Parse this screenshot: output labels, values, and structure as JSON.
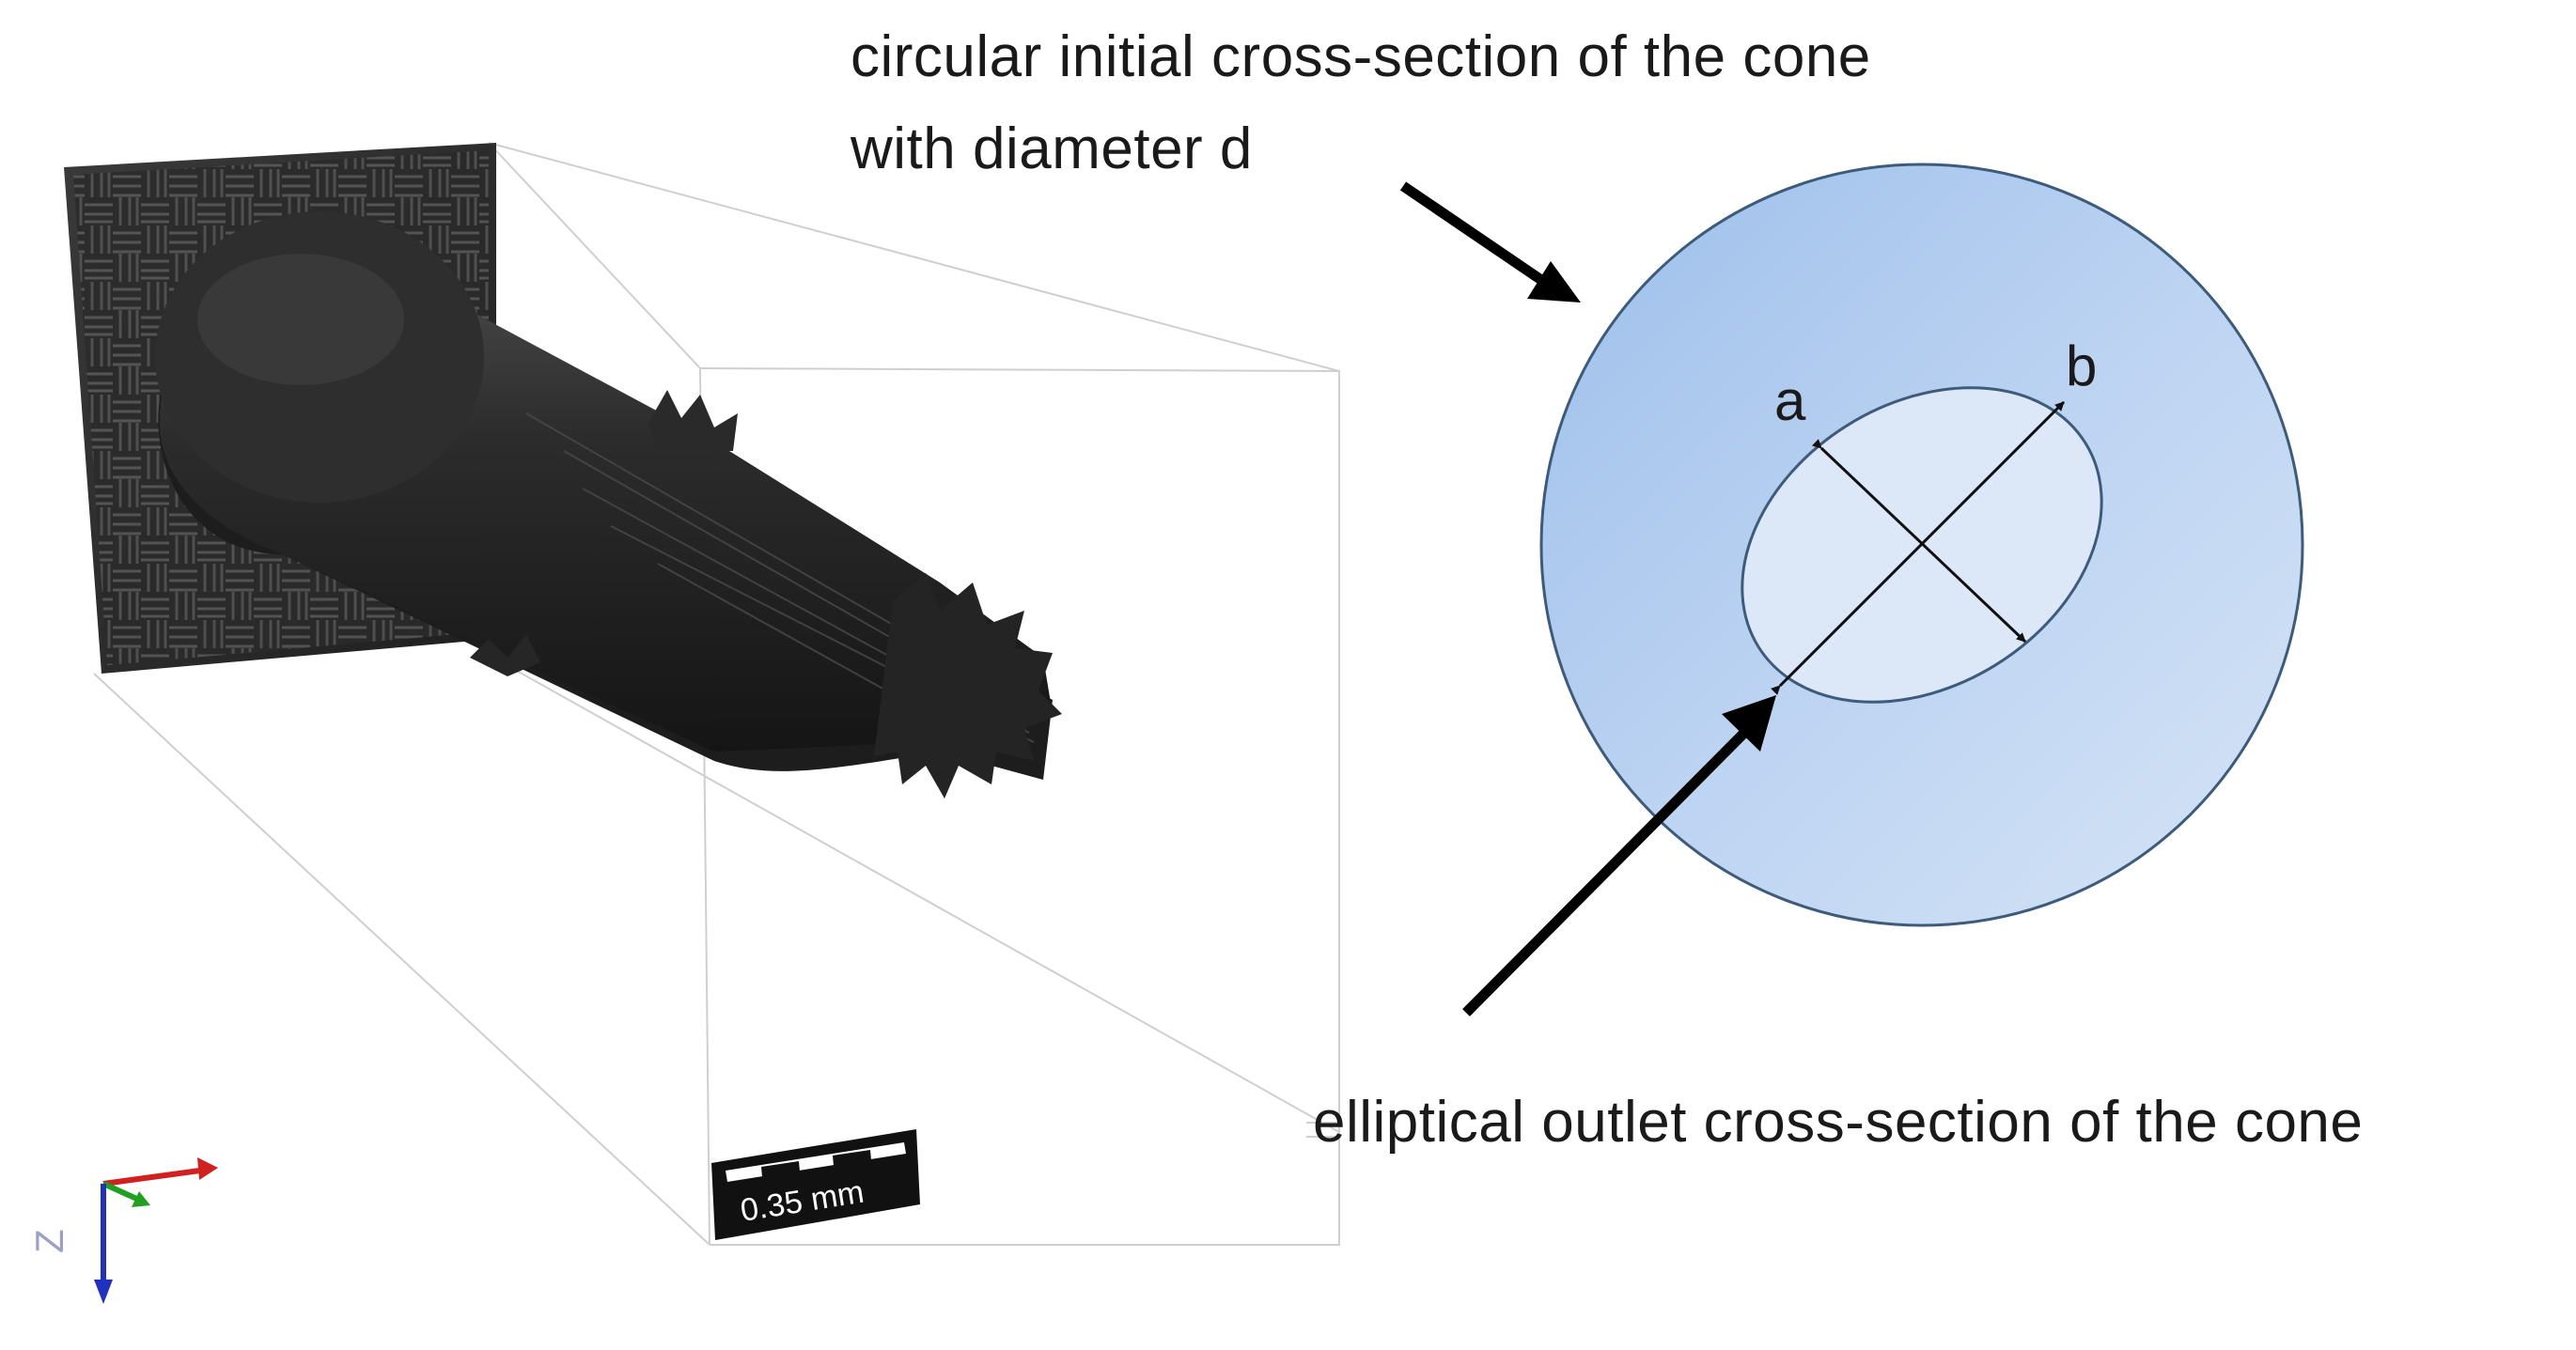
{
  "annotations": {
    "circular_line1": "circular initial cross-section of the cone",
    "circular_line2": "with diameter d",
    "elliptical": "elliptical outlet cross-section of the cone",
    "axis_a": "a",
    "axis_b": "b"
  },
  "scale_bar": {
    "label": "0.35 mm"
  },
  "orientation_triad": {
    "axis_label": "Z"
  },
  "colors": {
    "outer_circle_fill": "#b9d2f2",
    "inner_ellipse_fill": "#dce8f7",
    "outline": "#3d5b7a",
    "cone_dark": "#2a2a2a",
    "axis_x": "#d02020",
    "axis_y": "#20a020",
    "axis_z": "#2030c0"
  }
}
